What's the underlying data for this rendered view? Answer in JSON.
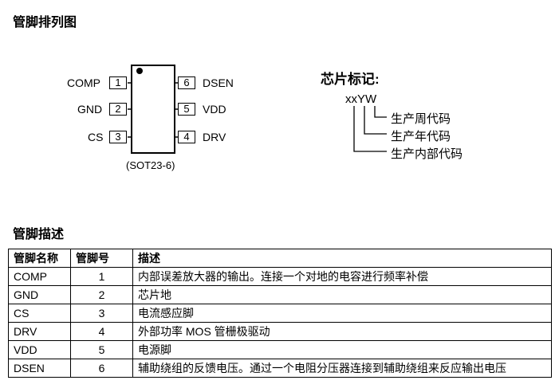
{
  "titles": {
    "pin_arrangement": "管脚排列图",
    "marking": "芯片标记:",
    "pin_description": "管脚描述"
  },
  "package": {
    "name": "(SOT23-6)",
    "left_pins": [
      {
        "label": "COMP",
        "number": "1"
      },
      {
        "label": "GND",
        "number": "2"
      },
      {
        "label": "CS",
        "number": "3"
      }
    ],
    "right_pins": [
      {
        "number": "6",
        "label": "DSEN"
      },
      {
        "number": "5",
        "label": "VDD"
      },
      {
        "number": "4",
        "label": "DRV"
      }
    ]
  },
  "marking": {
    "code": "xxYW",
    "legend": [
      "生产周代码",
      "生产年代码",
      "生产内部代码"
    ]
  },
  "table": {
    "headers": [
      "管脚名称",
      "管脚号",
      "描述"
    ],
    "rows": [
      [
        "COMP",
        "1",
        "内部误差放大器的输出。连接一个对地的电容进行频率补偿"
      ],
      [
        "GND",
        "2",
        "芯片地"
      ],
      [
        "CS",
        "3",
        "电流感应脚"
      ],
      [
        "DRV",
        "4",
        "外部功率 MOS 管栅极驱动"
      ],
      [
        "VDD",
        "5",
        "电源脚"
      ],
      [
        "DSEN",
        "6",
        "辅助绕组的反馈电压。通过一个电阻分压器连接到辅助绕组来反应输出电压"
      ]
    ]
  }
}
